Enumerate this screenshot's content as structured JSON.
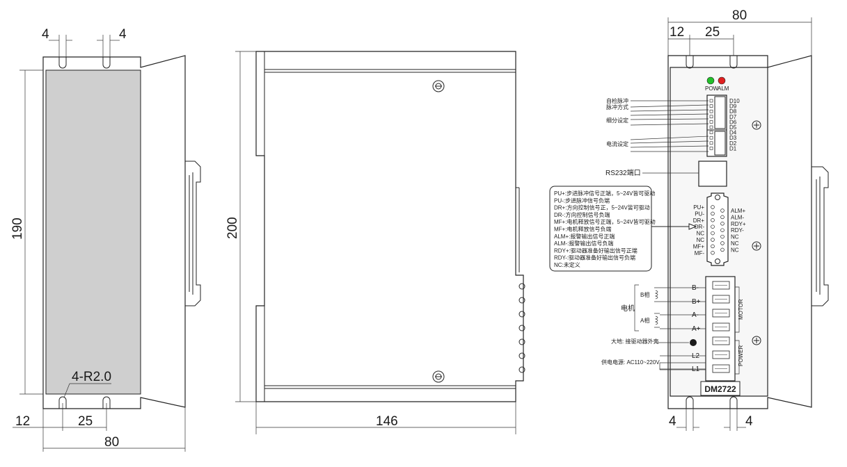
{
  "dimensions": {
    "left_top_slot_a": "4",
    "left_top_slot_b": "4",
    "left_height": "190",
    "left_radius_note": "4-R2.0",
    "left_bottom_offset": "12",
    "left_bottom_pitch": "25",
    "left_total_width": "80",
    "middle_height": "200",
    "middle_depth": "146",
    "right_total_width": "80",
    "right_top_offset": "12",
    "right_top_pitch": "25",
    "right_bottom_slot_a": "4",
    "right_bottom_slot_b": "4"
  },
  "leds": {
    "pow_label": "POW",
    "alm_label": "ALM",
    "pow_color": "#22c02a",
    "alm_color": "#e02020"
  },
  "dip": {
    "pins": [
      "D10",
      "D9",
      "D8",
      "D7",
      "D6",
      "D5",
      "D4",
      "D3",
      "D2",
      "D1"
    ],
    "label_self_test": "自检脉冲",
    "label_pulse_mode": "脉冲方式",
    "label_microstep": "细分设定",
    "label_current": "电流设定"
  },
  "rs232_label": "RS232端口",
  "signal_legend": [
    "PU+:步进脉冲信号正端，5~24V皆可驱动",
    "PU-:步进脉冲信号负端",
    "DR+:方向控制信号正，5~24V皆可驱动",
    "DR-:方向控制信号负端",
    "MF+:电机释放信号正端，5~24V皆可驱动",
    "MF+:电机释放信号负端",
    "ALM+:报警输出信号正端",
    "ALM-:报警输出信号负端",
    "RDY+:驱动器准备好输出信号正端",
    "RDY-:驱动器准备好输出信号负端",
    "NC:未定义"
  ],
  "db15": {
    "left_pins": [
      "PU+",
      "PU-",
      "DR+",
      "DR-",
      "NC",
      "NC",
      "MF+",
      "MF-"
    ],
    "right_pins": [
      "ALM+",
      "ALM-",
      "RDY+",
      "RDY-",
      "NC",
      "NC",
      "NC"
    ]
  },
  "terminals": {
    "motor_pins": [
      "B-",
      "B+",
      "A-",
      "A+"
    ],
    "power_pins": [
      "L2",
      "L1"
    ],
    "motor_group": "MOTOR",
    "power_group": "POWER",
    "phase_b": "B相",
    "phase_a": "A相",
    "motor_label": "电机",
    "ground_label": "大地: 接驱动器外壳",
    "supply_label": "供电电源: AC110~220V"
  },
  "model": "DM2722"
}
